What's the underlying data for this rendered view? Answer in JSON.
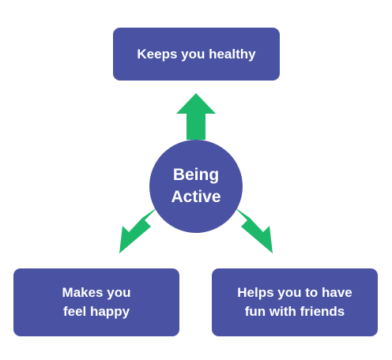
{
  "center": {
    "label": "Being\nActive"
  },
  "nodes": {
    "top": "Keeps you healthy",
    "left": "Makes you\nfeel happy",
    "right": "Helps you to have\nfun with friends"
  },
  "colors": {
    "box_fill": "#4a53a3",
    "arrow": "#1db96a",
    "text": "#ffffff"
  }
}
